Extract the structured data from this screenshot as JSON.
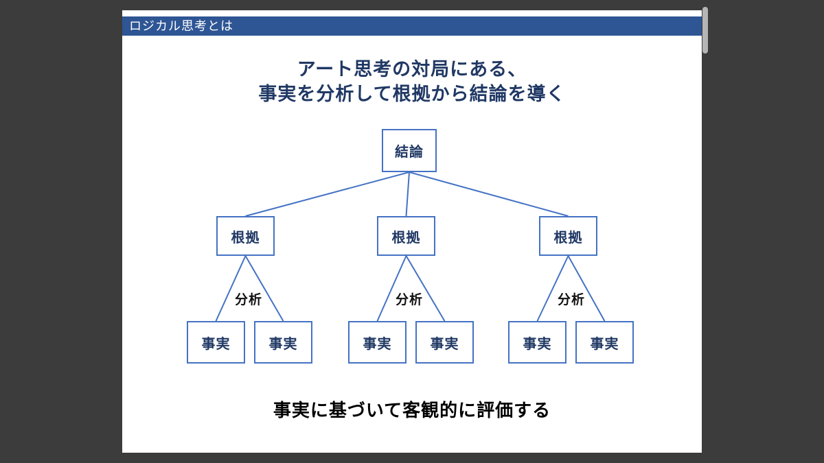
{
  "window": {
    "background_color": "#3c3c3c"
  },
  "slide": {
    "header": {
      "label": "ロジカル思考とは",
      "bg_color": "#2e5594",
      "text_color": "#ffffff"
    },
    "title": {
      "line1": "アート思考の対局にある、",
      "line2": "事実を分析して根拠から結論を導く",
      "color": "#203864"
    },
    "footer": {
      "text": "事実に基づいて客観的に評価する",
      "color": "#000000"
    }
  },
  "tree": {
    "root": {
      "label": "結論"
    },
    "branches": [
      {
        "label": "根拠"
      },
      {
        "label": "根拠"
      },
      {
        "label": "根拠"
      }
    ],
    "analysis_labels": [
      "分析",
      "分析",
      "分析"
    ],
    "leaves": [
      "事実",
      "事実",
      "事実",
      "事実",
      "事実",
      "事実"
    ],
    "line_color": "#4472c4",
    "box_border_color": "#4472c4",
    "box_text_color": "#203864"
  }
}
